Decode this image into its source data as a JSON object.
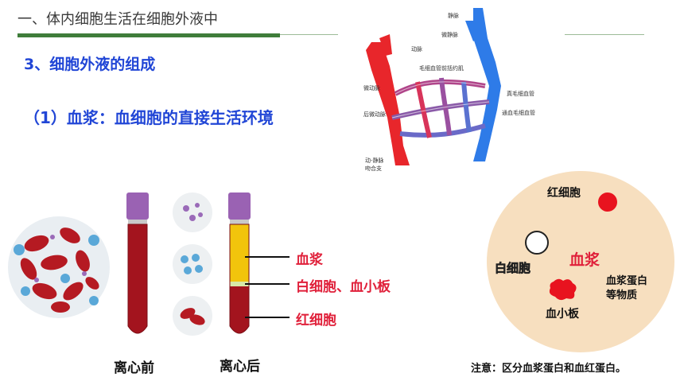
{
  "header": {
    "title": "一、体内细胞生活在细胞外液中"
  },
  "section": {
    "heading": "3、细胞外液的组成",
    "subheading": "（1）血浆：血细胞的直接生活环境"
  },
  "vessel_diagram": {
    "labels": {
      "vein": "静脉",
      "venule": "微静脉",
      "artery": "动脉",
      "precapillary_sphincter": "毛细血管前括约肌",
      "arteriole": "微动脉",
      "true_capillary": "真毛细血管",
      "metarteriole": "后微动脉",
      "thoroughfare_channel": "通血毛细血管",
      "av_anastomosis_1": "动-静脉",
      "av_anastomosis_2": "吻合支"
    },
    "colors": {
      "artery": "#e8262b",
      "vein": "#2e7be8"
    }
  },
  "tubes": {
    "label_plasma": "血浆",
    "label_wbc_platelet": "白细胞、血小板",
    "label_rbc": "红细胞",
    "caption_before": "离心前",
    "caption_after": "离心后",
    "colors": {
      "plasma": "#f2c40c",
      "blood": "#a3141e",
      "cap": "#9a62b3"
    }
  },
  "dish": {
    "rbc": "红细胞",
    "wbc": "白细胞",
    "plasma": "血浆",
    "platelet": "血小板",
    "protein_line1": "血浆蛋白",
    "protein_line2": "等物质",
    "colors": {
      "background": "#f7dfbf",
      "rbc": "#e8131f"
    }
  },
  "note": "注意：区分血浆蛋白和血红蛋白。"
}
